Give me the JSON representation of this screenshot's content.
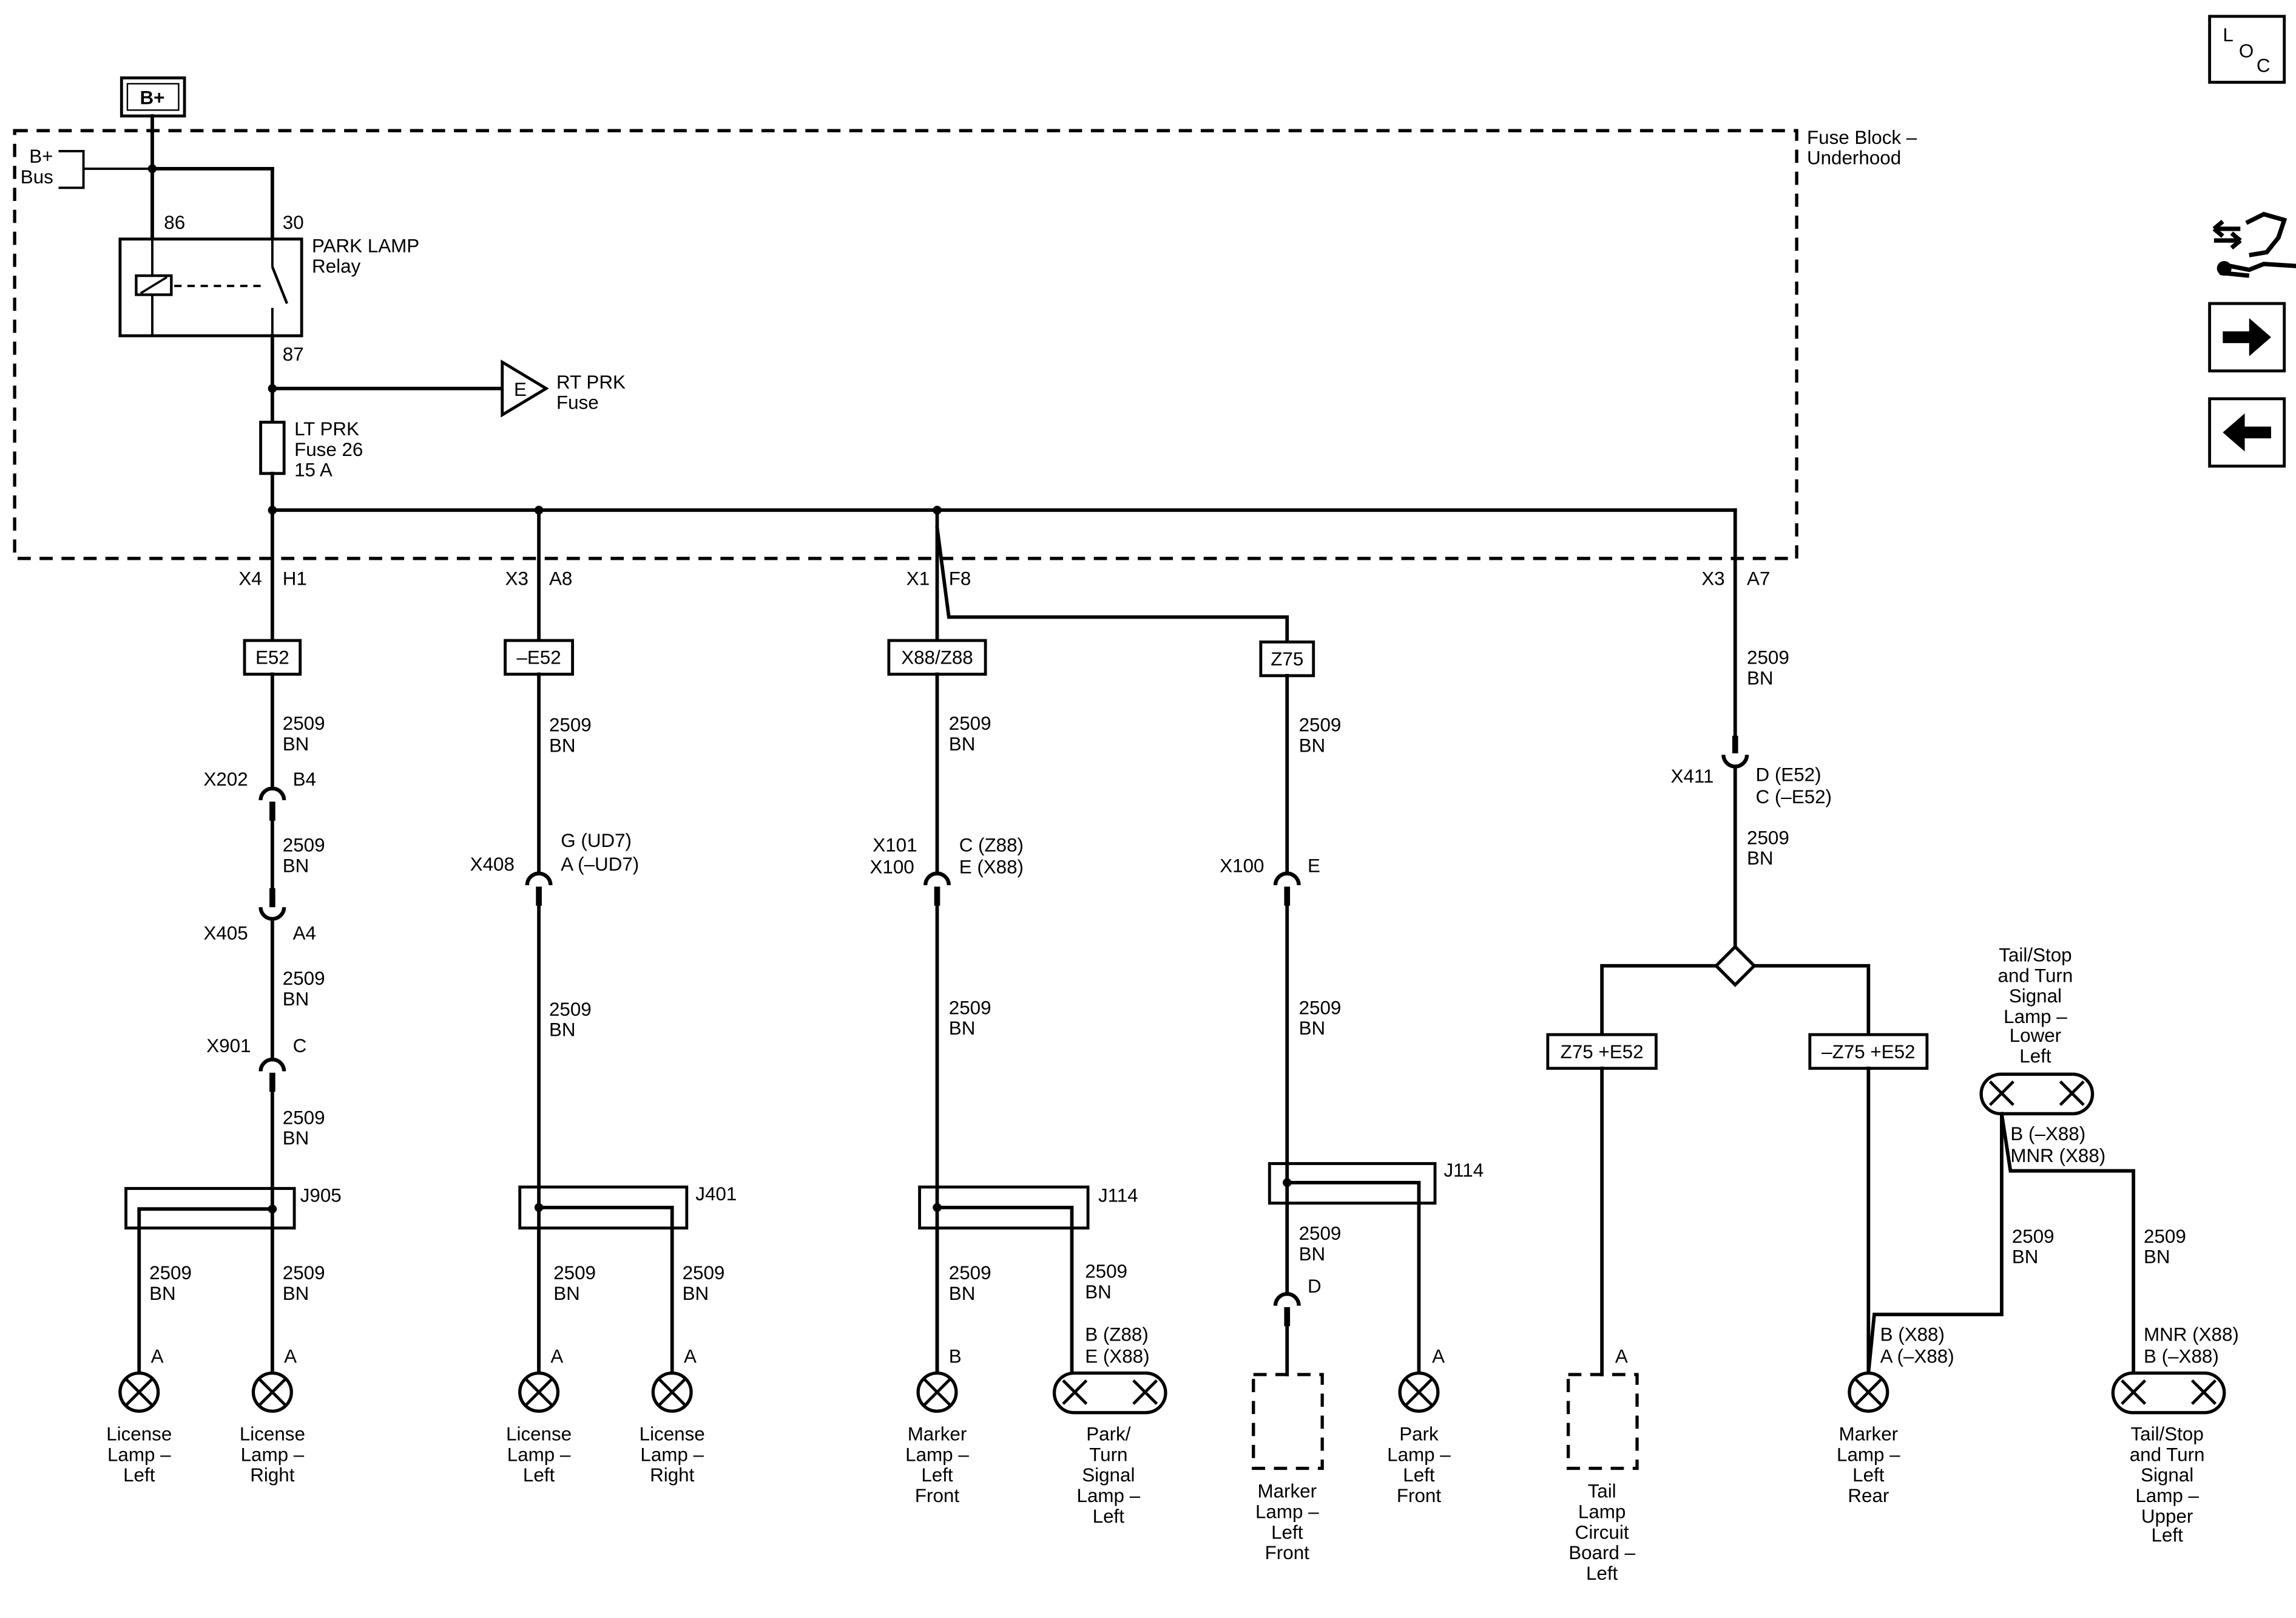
{
  "power": {
    "battery_label": "B+",
    "bus_label_1": "B+",
    "bus_label_2": "Bus",
    "fuse_block_1": "Fuse Block –",
    "fuse_block_2": "Underhood",
    "relay_pin_86": "86",
    "relay_pin_30": "30",
    "relay_pin_87": "87",
    "relay_name_1": "PARK LAMP",
    "relay_name_2": "Relay",
    "rt_prk_letter": "E",
    "rt_prk_1": "RT PRK",
    "rt_prk_2": "Fuse",
    "lt_prk_1": "LT PRK",
    "lt_prk_2": "Fuse 26",
    "lt_prk_3": "15 A"
  },
  "nav": {
    "loc_l": "L",
    "loc_o": "O",
    "loc_c": "C",
    "icons": [
      "component-locator-icon",
      "ground-tools-icon",
      "next-page-arrow-icon",
      "previous-page-arrow-icon"
    ]
  },
  "branch1": {
    "conn_a": "X4",
    "pin_a": "H1",
    "option": "E52",
    "wire_1a": "2509",
    "wire_1b": "BN",
    "c1": "X202",
    "c1_pin": "B4",
    "wire_2a": "2509",
    "wire_2b": "BN",
    "c2": "X405",
    "c2_pin": "A4",
    "wire_3a": "2509",
    "wire_3b": "BN",
    "c3": "X901",
    "c3_pin": "C",
    "wire_4a": "2509",
    "wire_4b": "BN",
    "splice": "J905",
    "wl_a": "2509",
    "wl_b": "BN",
    "wr_a": "2509",
    "wr_b": "BN",
    "pin_l": "A",
    "pin_r": "A",
    "lamp_l_1": "License",
    "lamp_l_2": "Lamp –",
    "lamp_l_3": "Left",
    "lamp_r_1": "License",
    "lamp_r_2": "Lamp –",
    "lamp_r_3": "Right"
  },
  "branch2": {
    "conn_a": "X3",
    "pin_a": "A8",
    "option": "–E52",
    "wire_1a": "2509",
    "wire_1b": "BN",
    "c1": "X408",
    "c1_pin_1": "G (UD7)",
    "c1_pin_2": "A (–UD7)",
    "wire_2a": "2509",
    "wire_2b": "BN",
    "splice": "J401",
    "wl_a": "2509",
    "wl_b": "BN",
    "wr_a": "2509",
    "wr_b": "BN",
    "pin_l": "A",
    "pin_r": "A",
    "lamp_l_1": "License",
    "lamp_l_2": "Lamp –",
    "lamp_l_3": "Left",
    "lamp_r_1": "License",
    "lamp_r_2": "Lamp –",
    "lamp_r_3": "Right"
  },
  "branch3": {
    "conn_a": "X1",
    "pin_a": "F8",
    "option": "X88/Z88",
    "wire_1a": "2509",
    "wire_1b": "BN",
    "c1_a": "X101",
    "c1_b": "X100",
    "c1_pin_1": "C (Z88)",
    "c1_pin_2": "E (X88)",
    "wire_2a": "2509",
    "wire_2b": "BN",
    "splice": "J114",
    "wl_a": "2509",
    "wl_b": "BN",
    "wr_a": "2509",
    "wr_b": "BN",
    "pin_l": "B",
    "pin_r_1": "B (Z88)",
    "pin_r_2": "E (X88)",
    "lamp_l_1": "Marker",
    "lamp_l_2": "Lamp –",
    "lamp_l_3": "Left",
    "lamp_l_4": "Front",
    "lamp_r_1": "Park/",
    "lamp_r_2": "Turn",
    "lamp_r_3": "Signal",
    "lamp_r_4": "Lamp –",
    "lamp_r_5": "Left"
  },
  "branch4": {
    "option": "Z75",
    "wire_1a": "2509",
    "wire_1b": "BN",
    "c1": "X100",
    "c1_pin": "E",
    "wire_2a": "2509",
    "wire_2b": "BN",
    "splice": "J114",
    "wl_a": "2509",
    "wl_b": "BN",
    "c2_pin": "D",
    "pin_r": "A",
    "lamp_l_1": "Marker",
    "lamp_l_2": "Lamp –",
    "lamp_l_3": "Left",
    "lamp_l_4": "Front",
    "lamp_r_1": "Park",
    "lamp_r_2": "Lamp –",
    "lamp_r_3": "Left",
    "lamp_r_4": "Front"
  },
  "branch5": {
    "conn_a": "X3",
    "pin_a": "A7",
    "wire_1a": "2509",
    "wire_1b": "BN",
    "c1": "X411",
    "c1_pin_1": "D (E52)",
    "c1_pin_2": "C (–E52)",
    "wire_2a": "2509",
    "wire_2b": "BN",
    "opt_l": "Z75 +E52",
    "opt_r": "–Z75 +E52",
    "pin_board": "A",
    "board_1": "Tail",
    "board_2": "Lamp",
    "board_3": "Circuit",
    "board_4": "Board –",
    "board_5": "Left",
    "marker_pin_1": "B (X88)",
    "marker_pin_2": "A (–X88)",
    "marker_1": "Marker",
    "marker_2": "Lamp –",
    "marker_3": "Left",
    "marker_4": "Rear",
    "tsl_title_1": "Tail/Stop",
    "tsl_title_2": "and Turn",
    "tsl_title_3": "Signal",
    "tsl_title_4": "Lamp –",
    "tsl_title_5": "Lower",
    "tsl_title_6": "Left",
    "tsl_pin_1": "B (–X88)",
    "tsl_pin_2": "MNR (X88)",
    "wm_a": "2509",
    "wm_b": "BN",
    "wu_a": "2509",
    "wu_b": "BN",
    "tsu_pin_1": "MNR (X88)",
    "tsu_pin_2": "B (–X88)",
    "tsu_1": "Tail/Stop",
    "tsu_2": "and Turn",
    "tsu_3": "Signal",
    "tsu_4": "Lamp –",
    "tsu_5": "Upper",
    "tsu_6": "Left"
  }
}
